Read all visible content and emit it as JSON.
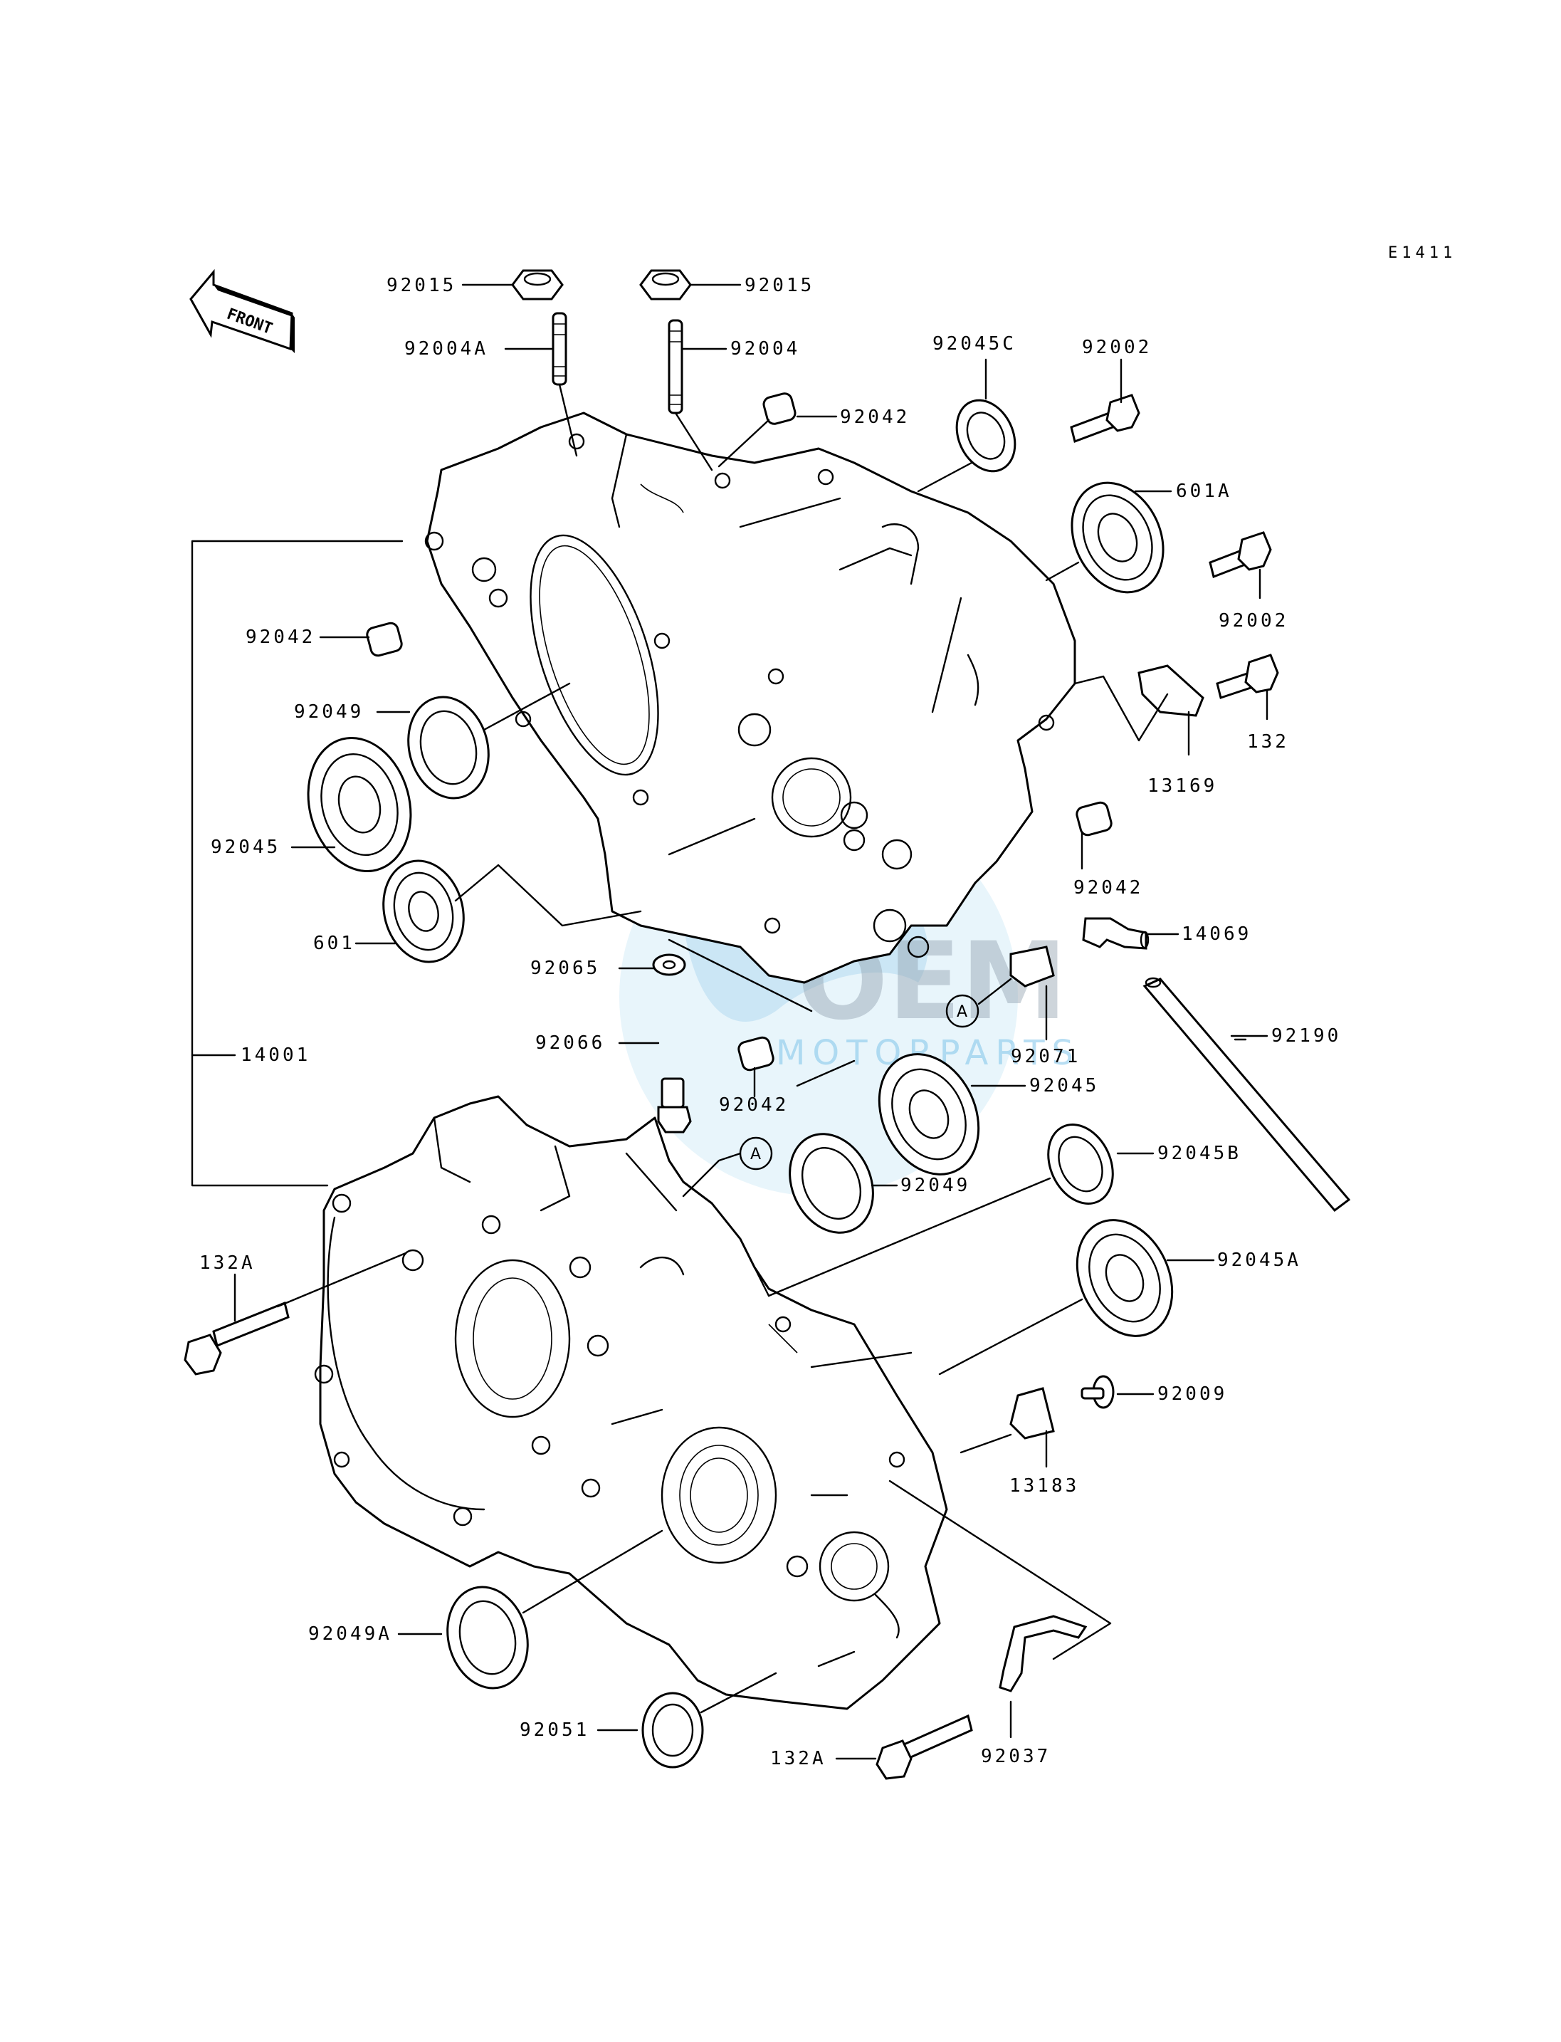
{
  "diagram_code": "E1411",
  "front_arrow_text": "FRONT",
  "reference_marker": "A",
  "watermark": {
    "brand": "OEM",
    "sub": "MOTORPARTS"
  },
  "labels": {
    "l_92015_left": "92015",
    "l_92015_right": "92015",
    "l_92004A": "92004A",
    "l_92004": "92004",
    "l_92042_top": "92042",
    "l_92045C": "92045C",
    "l_92002_top": "92002",
    "l_601A": "601A",
    "l_92002_mid": "92002",
    "l_92042_left": "92042",
    "l_132": "132",
    "l_13169": "13169",
    "l_92049_top": "92049",
    "l_92045": "92045",
    "l_92042_right": "92042",
    "l_601": "601",
    "l_14069": "14069",
    "l_92065": "92065",
    "l_92190": "92190",
    "l_92066": "92066",
    "l_92071": "92071",
    "l_92042_bottom": "92042",
    "l_92045_mid": "92045",
    "l_14001": "14001",
    "l_92045B": "92045B",
    "l_92049_mid": "92049",
    "l_132A_left": "132A",
    "l_92045A": "92045A",
    "l_92009": "92009",
    "l_13183": "13183",
    "l_92049A": "92049A",
    "l_92051": "92051",
    "l_132A_bottom": "132A",
    "l_92037": "92037"
  }
}
